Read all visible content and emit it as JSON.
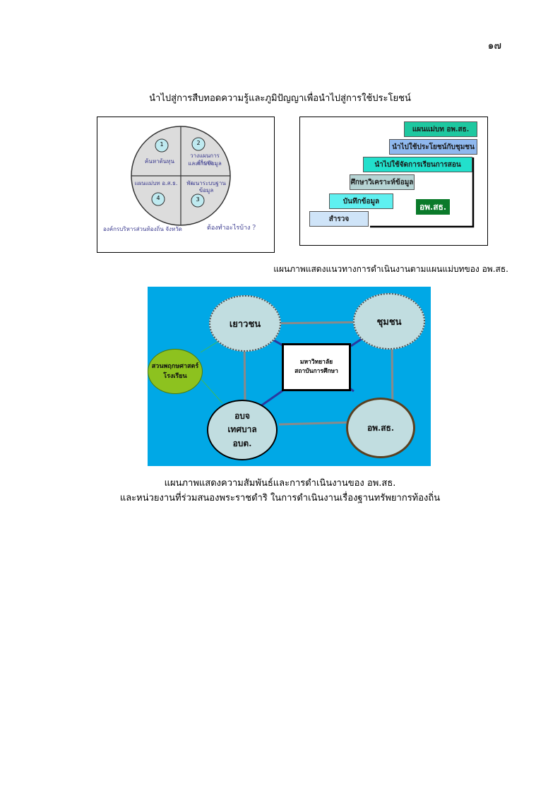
{
  "page_number": "๑๗",
  "heading": "นำไปสู่การสืบทอดความรู้และภูมิปัญญาเพื่อนำไปสู่การใช้ประโยชน์",
  "figure1": {
    "q1": {
      "number": "1",
      "label": "ค้นหาต้นทุน"
    },
    "q2": {
      "number": "2",
      "label_line1": "วางแผนการสำรวจ",
      "label_line2": "และเก็บข้อมูล"
    },
    "q3": {
      "number": "3",
      "label": "พัฒนาระบบฐานข้อมูล"
    },
    "q4": {
      "number": "4",
      "label": "แผนแม่บท อ.ส.ธ."
    },
    "footer_left": "องค์กรบริหารส่วนท้องถิ่น จังหวัด",
    "footer_right": "ต้องทำอะไรบ้าง ?"
  },
  "figure2": {
    "steps": [
      {
        "label": "แผนแม่บท อพ.สธ.",
        "color": "#1ec8a0"
      },
      {
        "label": "นำไปใช้ประโยชน์กับชุมชน",
        "color": "#8fb8ee"
      },
      {
        "label": "นำไปใช้จัดการเรียนการสอน",
        "color": "#22e0cc"
      },
      {
        "label": "ศึกษาวิเคราะห์ข้อมูล",
        "color": "#b6d4d4"
      },
      {
        "label": "บันทึกข้อมูล",
        "color": "#5ff0f0"
      },
      {
        "label": "สำรวจ",
        "color": "#cfe4f8"
      }
    ],
    "logo_text": "อพ.สธ."
  },
  "caption1": "แผนภาพแสดงแนวทางการดำเนินงานตามแผนแม่บทของ อพ.สธ.",
  "figure3": {
    "youth": "เยาวชน",
    "community": "ชุมชน",
    "botanical_line1": "สวนพฤกษศาสตร์",
    "botanical_line2": "โรงเรียน",
    "center_line1": "มหาวิทยาลัย",
    "center_line2": "สถาบันการศึกษา",
    "local_line1": "อบจ",
    "local_line2": "เทศบาล",
    "local_line3": "อบต.",
    "rspg": "อพ.สธ."
  },
  "caption2_line1": "แผนภาพแสดงความสัมพันธ์และการดำเนินงานของ อพ.สธ.",
  "caption2_line2": "และหน่วยงานที่ร่วมสนองพระราชดำริ ในการดำเนินงานเรื่องฐานทรัพยากรท้องถิ่น"
}
